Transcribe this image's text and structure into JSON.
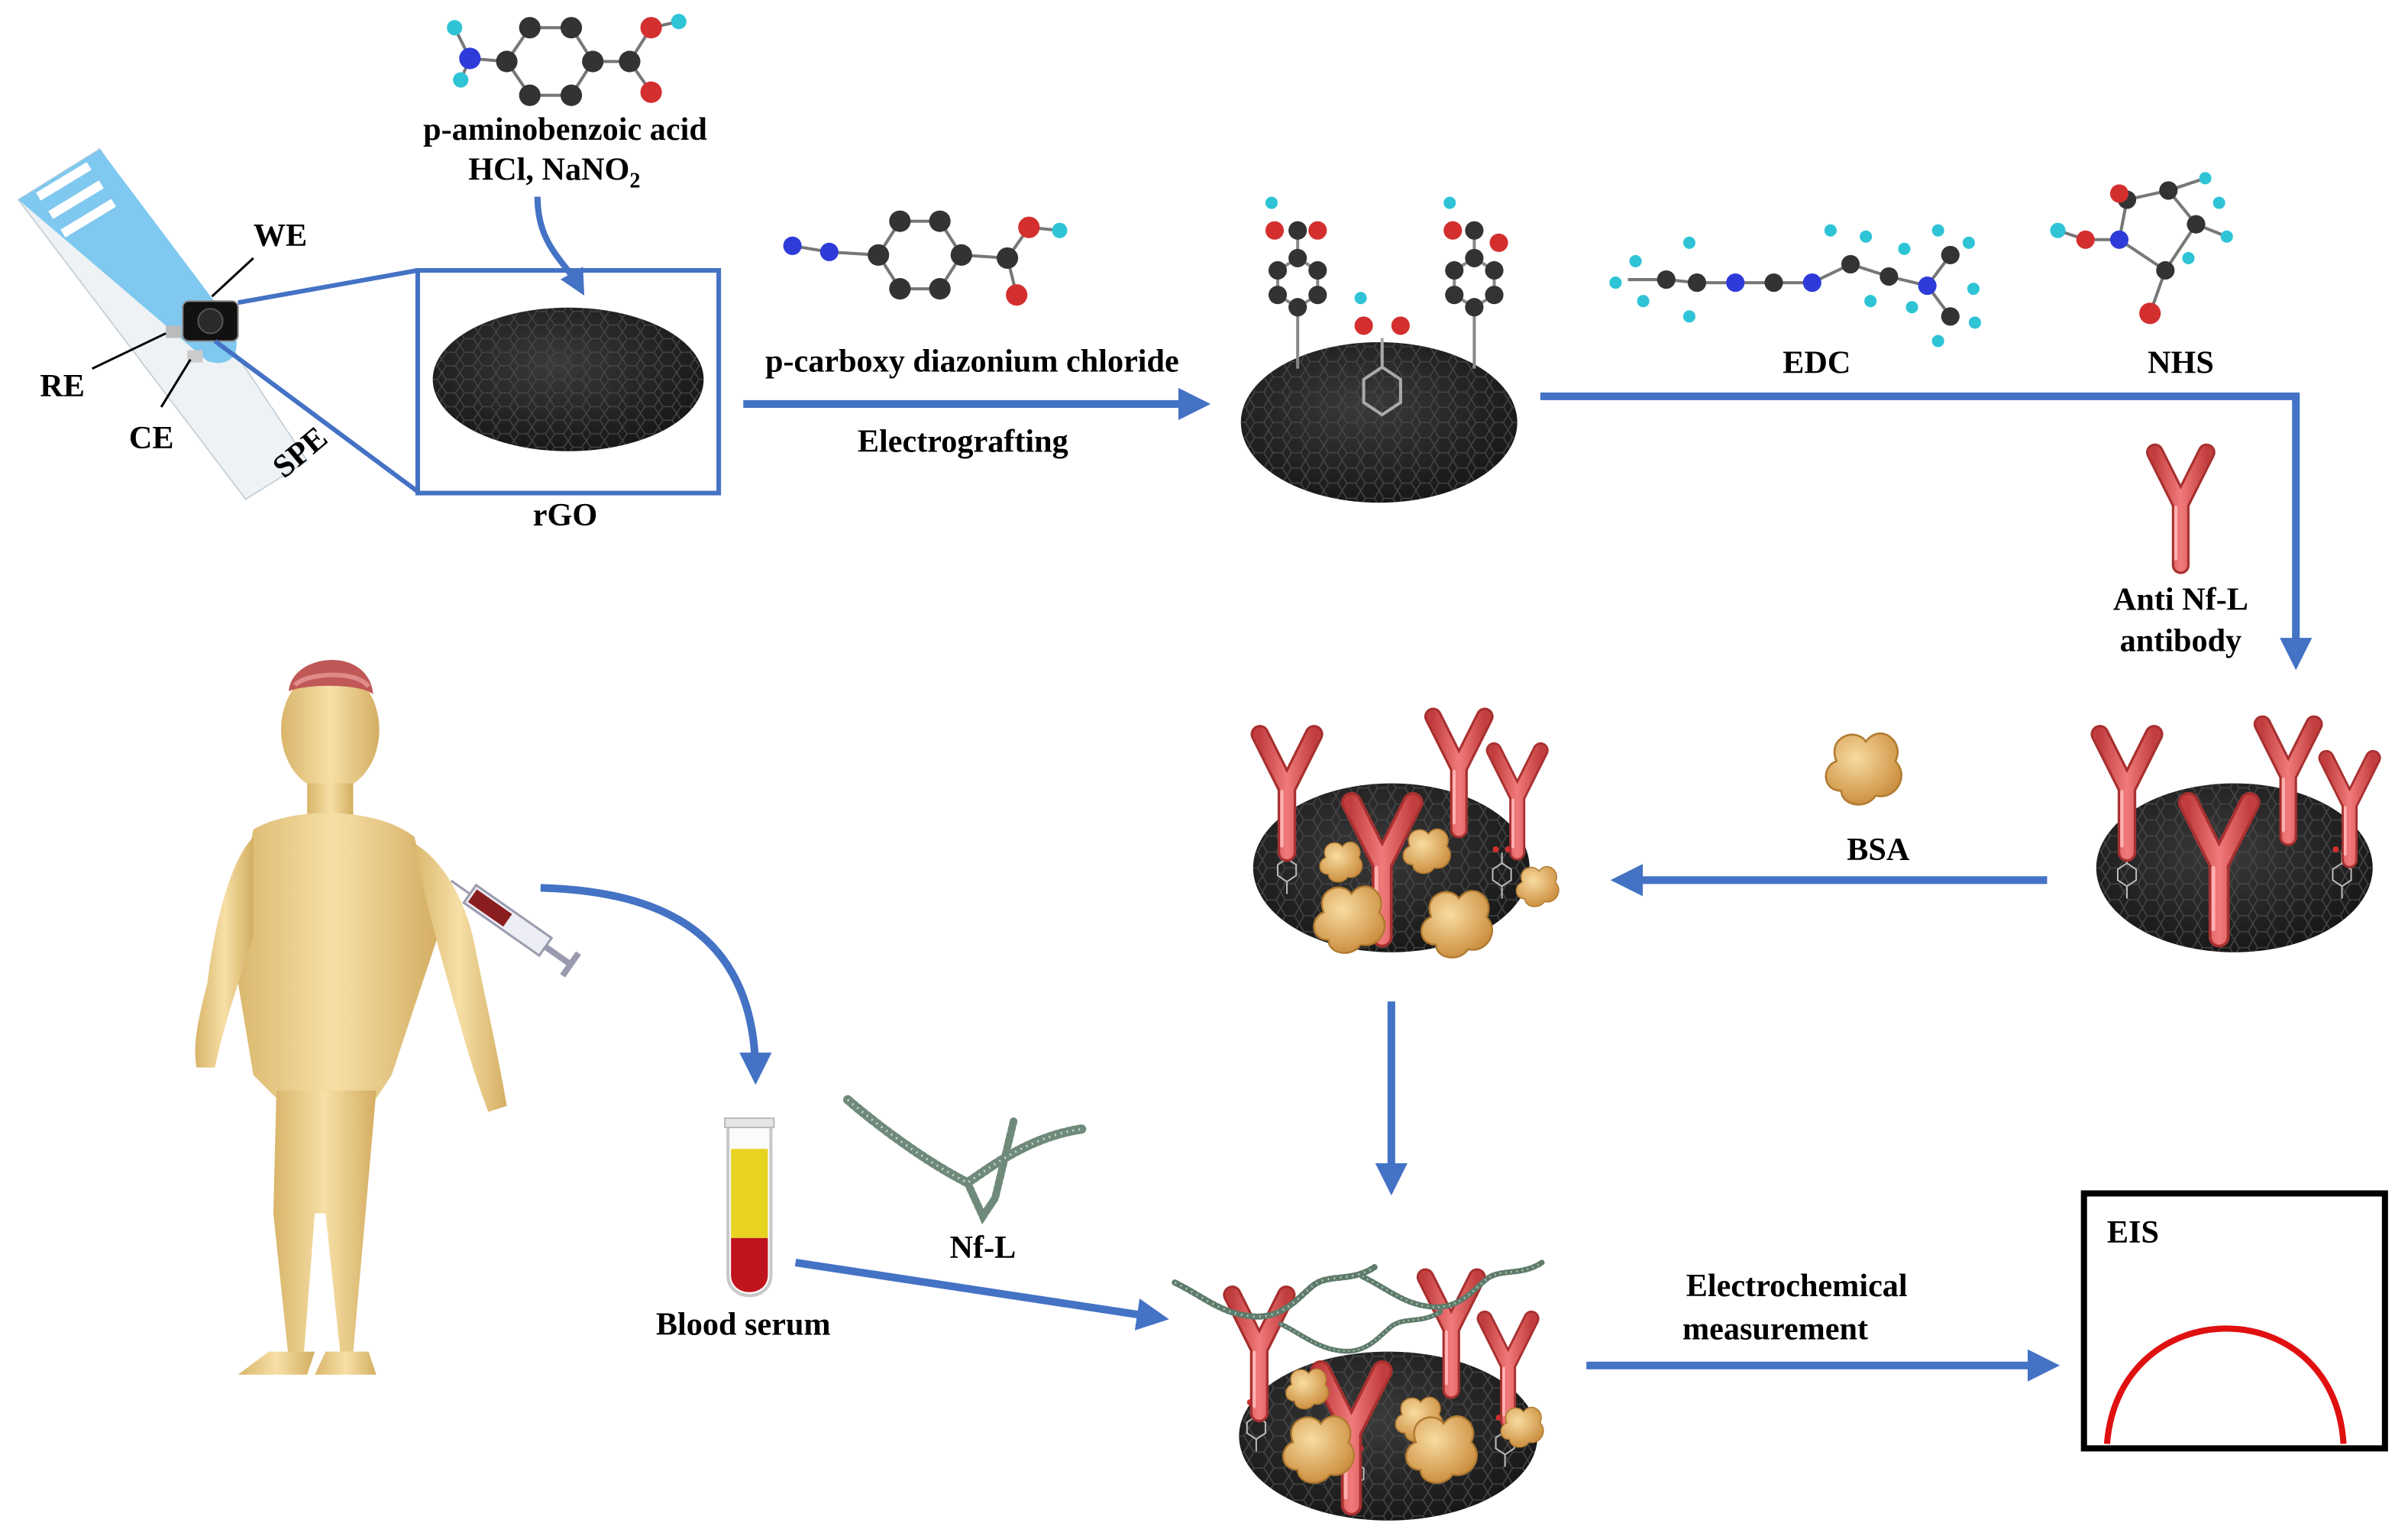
{
  "labels": {
    "reagent_name": "p-aminobenzoic acid",
    "reagent_conditions_main": "HCl, NaNO",
    "reagent_conditions_subscript": "2",
    "we": "WE",
    "re": "RE",
    "ce": "CE",
    "spe": "SPE",
    "rgo": "rGO",
    "diazonium": "p-carboxy diazonium chloride",
    "electrografting": "Electrografting",
    "edc": "EDC",
    "nhs": "NHS",
    "antibody_line1": "Anti Nf-L",
    "antibody_line2": "antibody",
    "bsa": "BSA",
    "blood_serum": "Blood serum",
    "nfl": "Nf-L",
    "measurement_line1": "Electrochemical",
    "measurement_line2": "measurement",
    "eis": "EIS"
  },
  "colors": {
    "arrow": "#4472C4",
    "carbon_atom": "#333333",
    "oxygen_atom": "#D32F2F",
    "nitrogen_atom": "#2E3BD9",
    "hydrogen_atom": "#2EC4D6",
    "antibody": "#E05A5A",
    "bsa": "#E8B25C",
    "nfl": "#6F8A7A",
    "electrode_disk": "#2B2B2B",
    "spe_strip": "#7FC8F0",
    "blood": "#C0141C",
    "serum": "#E8D320",
    "eis_curve": "#E01010"
  },
  "icons": {
    "electrode": "screen-printed-electrode-icon",
    "human": "human-body-icon",
    "syringe": "syringe-icon",
    "tube": "blood-tube-icon"
  }
}
